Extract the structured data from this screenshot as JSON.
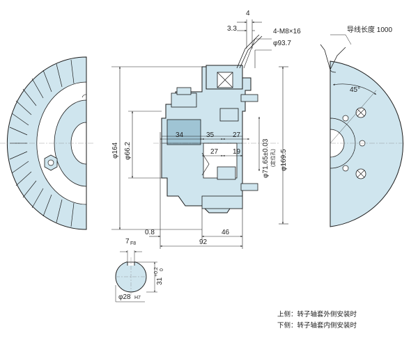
{
  "dims": {
    "top_4": "4",
    "top_3_3": "3.3",
    "bolt": "4-M8×16",
    "d93_7": "φ93.7",
    "wire_len": "导线长度 1000",
    "angle": "45°",
    "d164": "φ164",
    "d66_2": "φ66.2",
    "d71_65": "φ71.65±0.03",
    "d71_65_note": "(定位孔)",
    "d169_5": "φ169.5",
    "w34": "34",
    "w35": "35",
    "w27a": "27",
    "w27b": "27",
    "w19": "19",
    "w0_8": "0.8",
    "w46": "46",
    "w92": "92",
    "key_7": "7",
    "key_7_tol": "F8",
    "key_31": "31",
    "key_31_tol_upper": "+0.2",
    "key_31_tol_lower": "0",
    "bore": "φ28",
    "bore_tol": "H7"
  },
  "notes": {
    "upper": "上侧：转子轴套外侧安装时",
    "lower": "下侧：转子轴套内侧安装时"
  },
  "colors": {
    "fill": "#cfe5ee",
    "fill_dark": "#9fc4d4",
    "line": "#1a1a1a"
  }
}
